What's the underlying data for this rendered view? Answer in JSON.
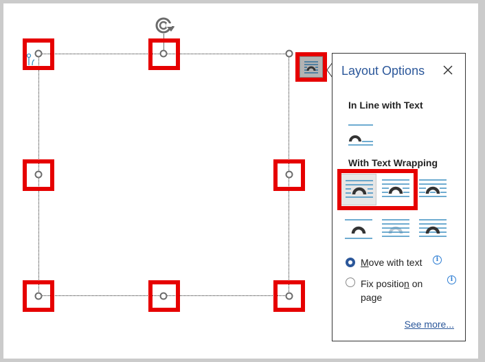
{
  "panel": {
    "title": "Layout Options",
    "close_icon": "close-icon",
    "inline_section": "In Line with Text",
    "wrapping_section": "With Text Wrapping",
    "wrap_options": [
      {
        "name": "square",
        "selected": true
      },
      {
        "name": "tight",
        "selected": false
      },
      {
        "name": "through",
        "selected": false
      },
      {
        "name": "top-and-bottom",
        "selected": false
      },
      {
        "name": "behind-text",
        "selected": false
      },
      {
        "name": "in-front-of-text",
        "selected": false
      }
    ],
    "move_with_text": {
      "prefix": "",
      "accel": "M",
      "rest": "ove with text",
      "checked": true
    },
    "fix_position": {
      "prefix": "Fix positio",
      "accel": "n",
      "rest": " on",
      "line2": "page",
      "checked": false
    },
    "see_more": "See more..."
  },
  "colors": {
    "accent": "#2b579a",
    "highlight": "#e60000",
    "wrap_line": "#3d8fc0",
    "shape_dark": "#333333"
  },
  "icons": {
    "rotate": "rotate-handle-icon",
    "anchor": "anchor-icon",
    "layout_options": "layout-options-icon",
    "info": "info-icon"
  }
}
